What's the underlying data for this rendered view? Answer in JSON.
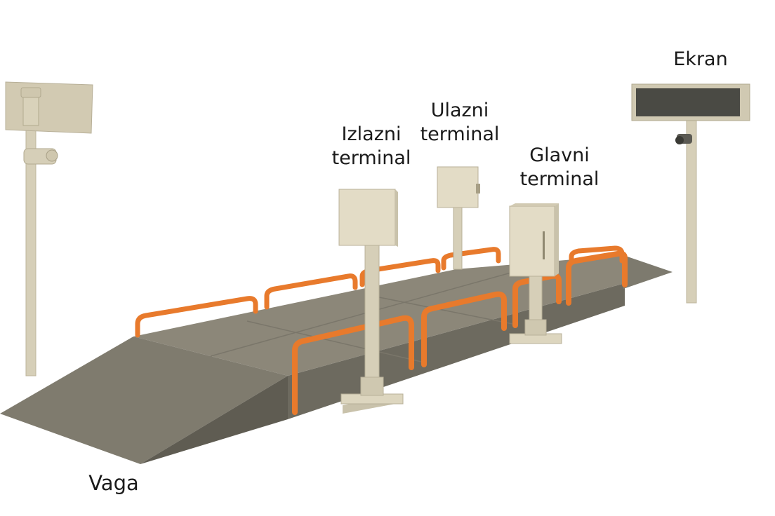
{
  "labels": {
    "izlazni": [
      "Izlazni",
      "terminal"
    ],
    "ulazni": [
      "Ulazni",
      "terminal"
    ],
    "glavni": [
      "Glavni",
      "terminal"
    ],
    "ekran": "Ekran",
    "vaga": "Vaga"
  },
  "colors": {
    "platform_top": "#8c8779",
    "platform_side": "#6d6a5f",
    "ramp": "#7f7b6e",
    "railing": "#e87a2c",
    "terminal_box": "#e3dcc6",
    "pole": "#d6cfb8",
    "display_frame": "#c9c2ad",
    "display_screen": "#4a4a44"
  },
  "icons": {
    "camera_left": "camera-icon",
    "camera_right": "camera-icon"
  }
}
